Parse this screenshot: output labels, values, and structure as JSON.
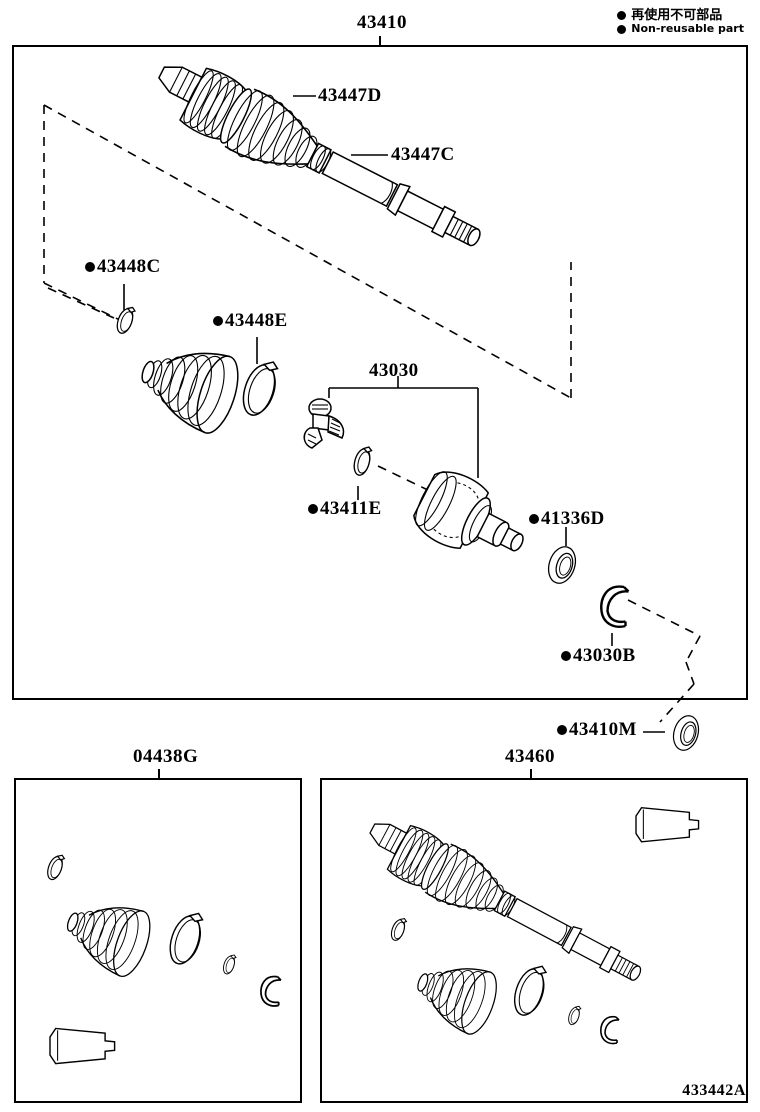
{
  "diagram": {
    "code": "433442A",
    "legend": {
      "japanese": "再使用不可部品",
      "english": "Non-reusable part",
      "marker": "filled-circle"
    }
  },
  "panels": [
    {
      "id": "main",
      "title": "43410",
      "name": "front-drive-shaft-assembly",
      "parts": [
        {
          "number": "43447D",
          "non_reusable": false,
          "kind": "outboard-joint-boot-clamp-large"
        },
        {
          "number": "43447C",
          "non_reusable": false,
          "kind": "outboard-joint-boot-clamp-small"
        },
        {
          "number": "43448C",
          "non_reusable": true,
          "kind": "inboard-boot-clamp-small"
        },
        {
          "number": "43448E",
          "non_reusable": true,
          "kind": "inboard-boot-clamp-large"
        },
        {
          "number": "43030",
          "non_reusable": false,
          "kind": "inboard-joint-assembly"
        },
        {
          "number": "43411E",
          "non_reusable": true,
          "kind": "shaft-snap-ring"
        },
        {
          "number": "41336D",
          "non_reusable": true,
          "kind": "oil-seal"
        },
        {
          "number": "43030B",
          "non_reusable": true,
          "kind": "joint-snap-ring"
        },
        {
          "number": "43410M",
          "non_reusable": true,
          "kind": "dust-deflector-seal"
        }
      ]
    },
    {
      "id": "kit",
      "title": "04438G",
      "name": "inboard-joint-boot-kit",
      "parts": []
    },
    {
      "id": "shaft",
      "title": "43460",
      "name": "drive-shaft-assembly-with-kit",
      "parts": []
    }
  ],
  "callouts": {
    "c43447D": "43447D",
    "c43447C": "43447C",
    "c43448C": "43448C",
    "c43448E": "43448E",
    "c43030": "43030",
    "c43411E": "43411E",
    "c41336D": "41336D",
    "c43030B": "43030B",
    "c43410M": "43410M"
  },
  "titles": {
    "main": "43410",
    "kit": "04438G",
    "shaft": "43460"
  }
}
